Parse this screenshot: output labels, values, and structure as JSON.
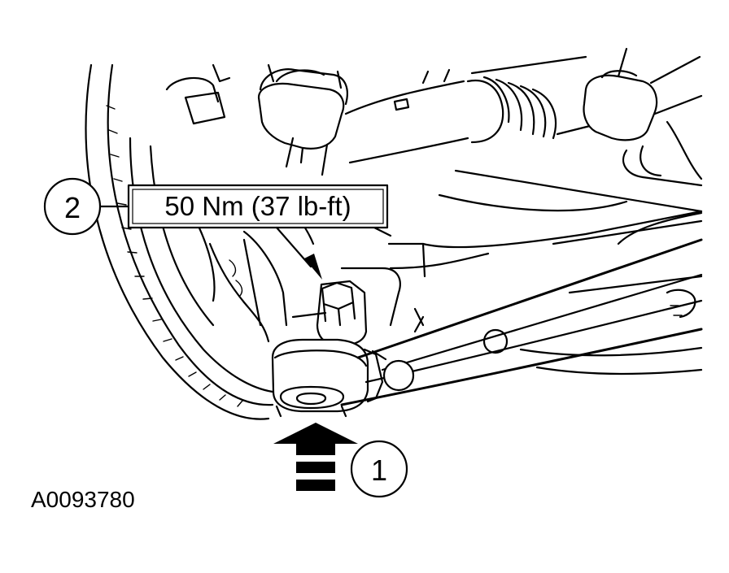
{
  "callouts": [
    {
      "number": "1"
    },
    {
      "number": "2",
      "label": "50 Nm (37 lb-ft)"
    }
  ],
  "figure_id": "A0093780"
}
